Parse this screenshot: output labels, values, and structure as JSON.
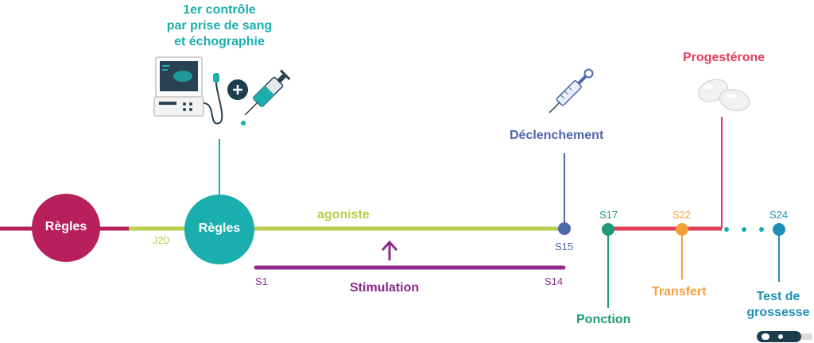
{
  "colors": {
    "crimson": "#b8205c",
    "teal": "#1aaeae",
    "lime": "#b6cf4c",
    "purple": "#8e2a8c",
    "navy": "#4d67ad",
    "green": "#1d9a77",
    "red": "#e23f5b",
    "orange": "#f4a13c",
    "blue": "#1f8fb5"
  },
  "top_note": {
    "line1": "1er contrôle",
    "line2": "par prise de sang",
    "line3": "et échographie"
  },
  "circles": {
    "first": "Règles",
    "second": "Règles"
  },
  "markers": {
    "j20": "J20",
    "agoniste": "agoniste",
    "s15": "S15",
    "s1": "S1",
    "s14": "S14",
    "stimulation": "Stimulation",
    "s17": "S17",
    "s22": "S22",
    "s24": "S24"
  },
  "events": {
    "declenchement": "Déclenchement",
    "progesterone": "Progestérone",
    "ponction": "Ponction",
    "transfert": "Transfert",
    "test_line1": "Test de",
    "test_line2": "grossesse"
  },
  "icons": [
    "ultrasound-machine-icon",
    "plus-icon",
    "syringe-icon",
    "syringe-icon",
    "capsule-icon",
    "pregnancy-test-icon"
  ]
}
